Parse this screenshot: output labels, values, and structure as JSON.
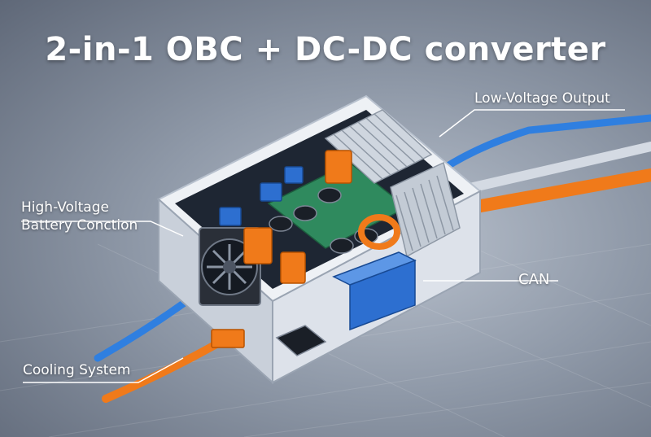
{
  "title": "2-in-1 OBC + DC-DC converter",
  "labels": {
    "low_voltage_output": "Low-Voltage Output",
    "high_voltage_line1": "High-Voltage",
    "high_voltage_line2": "Battery Conction",
    "can": "CAN",
    "cooling_system": "Cooling System"
  },
  "colors": {
    "blue_cable": "#2f7fe0",
    "orange_cable": "#f07a1a",
    "heatsink": "#cfd6df",
    "pcb": "#2f8a5e",
    "enclosure": "#eef1f5"
  }
}
